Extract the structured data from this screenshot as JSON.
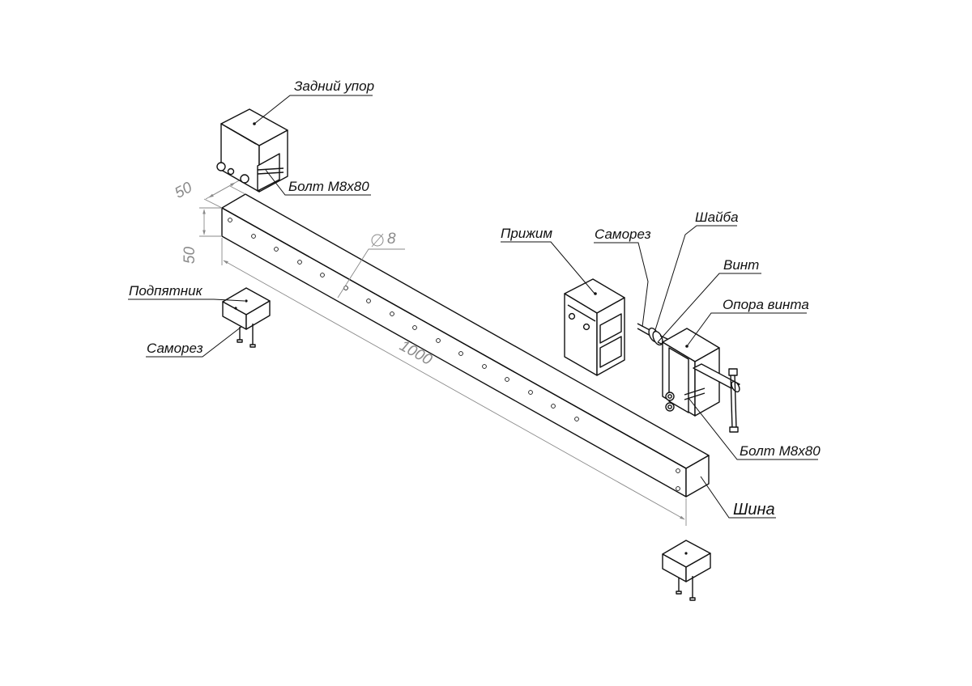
{
  "labels": {
    "rear_stop": "Задний упор",
    "bolt_top": "Болт М8х80",
    "thrust_block": "Подпятник",
    "screw_left": "Саморез",
    "clamp": "Прижим",
    "screw_right": "Саморез",
    "washer": "Шайба",
    "screw_vint": "Винт",
    "screw_support": "Опора винта",
    "bolt_bottom": "Болт М8х80",
    "rail": "Шина"
  },
  "dimensions": {
    "width": "50",
    "height": "50",
    "hole_diameter": "8",
    "length": "1000"
  }
}
